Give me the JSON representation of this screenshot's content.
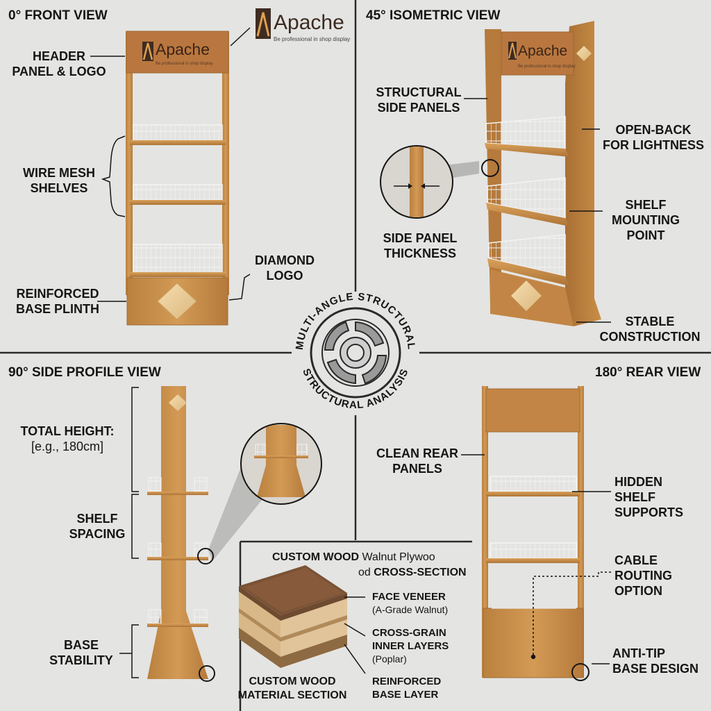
{
  "views": {
    "front": {
      "heading": "0° FRONT VIEW"
    },
    "iso": {
      "heading": "45° ISOMETRIC VIEW"
    },
    "side": {
      "heading": "90° SIDE PROFILE VIEW"
    },
    "rear": {
      "heading": "180° REAR VIEW"
    }
  },
  "logo": {
    "name": "Apache",
    "tagline": "Be professional in shop display",
    "front_tagline": "Be professional in shop display",
    "iso_tagline": "Be professional in shop display"
  },
  "labels": {
    "header_panel_logo": [
      "HEADER",
      "PANEL & LOGO"
    ],
    "wire_mesh_shelves": [
      "WIRE MESH",
      "SHELVES"
    ],
    "diamond_logo": [
      "DIAMOND",
      "LOGO"
    ],
    "reinforced_base_plinth": [
      "REINFORCED",
      "BASE PLINTH"
    ],
    "structural_side_panels": [
      "STRUCTURAL",
      "SIDE PANELS"
    ],
    "open_back": [
      "OPEN-BACK",
      "FOR LIGHTNESS"
    ],
    "side_panel_thickness": [
      "SIDE PANEL",
      "THICKNESS"
    ],
    "shelf_mounting_point": [
      "SHELF",
      "MOUNTING",
      "POINT"
    ],
    "stable_construction": [
      "STABLE",
      "CONSTRUCTION"
    ],
    "total_height": [
      "TOTAL HEIGHT:",
      "[e.g., 180cm]"
    ],
    "shelf_spacing": [
      "SHELF",
      "SPACING"
    ],
    "base_stability": [
      "BASE",
      "STABILITY"
    ],
    "clean_rear_panels": [
      "CLEAN REAR",
      "PANELS"
    ],
    "hidden_shelf_supports": [
      "HIDDEN",
      "SHELF",
      "SUPPORTS"
    ],
    "cable_routing": [
      "CABLE",
      "ROUTING",
      "OPTION"
    ],
    "anti_tip": [
      "ANTI-TIP",
      "BASE DESIGN"
    ],
    "custom_wood_title_a": "CUSTOM WOOD",
    "custom_wood_title_b": " Walnut Plywoo",
    "custom_wood_title_c": "od ",
    "custom_wood_title_d": "CROSS-SECTION",
    "face_veneer": "FACE VENEER",
    "face_veneer_sub": "(A-Grade Walnut)",
    "cross_grain": [
      "CROSS-GRAIN",
      "INNER LAYERS"
    ],
    "cross_grain_sub": "(Poplar)",
    "reinforced_base_layer": [
      "REINFORCED",
      "BASE LAYER"
    ],
    "custom_wood_material": [
      "CUSTOM WOOD",
      "MATERIAL SECTION"
    ]
  },
  "center_badge": {
    "top_text": "MULTI-ANGLE STRUCTURAL",
    "bottom_text": "STRUCTURAL ANALYSIS"
  },
  "colors": {
    "background": "#e4e4e2",
    "wood": "#c98e47",
    "wood_dark": "#9c6a32",
    "walnut": "#7a5236",
    "wire": "#f2f2f2",
    "ink": "#151515",
    "header_panel": "#b9773f"
  }
}
